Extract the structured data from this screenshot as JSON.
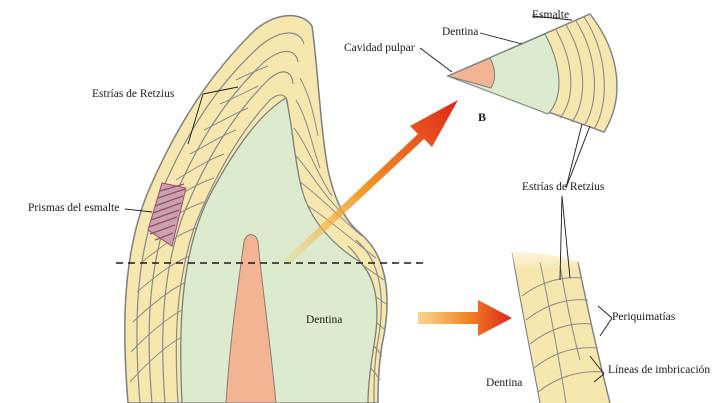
{
  "labels": {
    "esmalte": "Esmalte",
    "dentina_top": "Dentina",
    "cavidad_pulpar": "Cavidad pulpar",
    "estrias_retzius_left": "Estrías de Retzius",
    "prismas_esmalte": "Prismas del esmalte",
    "panel_b": "B",
    "estrias_retzius_right": "Estrías de Retzius",
    "dentina_center": "Dentina",
    "periquimatias": "Periquimatías",
    "lineas_imbricacion": "Líneas de imbricación",
    "dentina_bottom": "Dentina"
  },
  "colors": {
    "enamel": "#f6e7ae",
    "dentin": "#dcebcd",
    "pulp": "#f3b494",
    "outline": "#7e7e7e",
    "prisms": "#9b4c6a",
    "arrow_red": "#e0261a",
    "arrow_orange": "#f29a24"
  }
}
